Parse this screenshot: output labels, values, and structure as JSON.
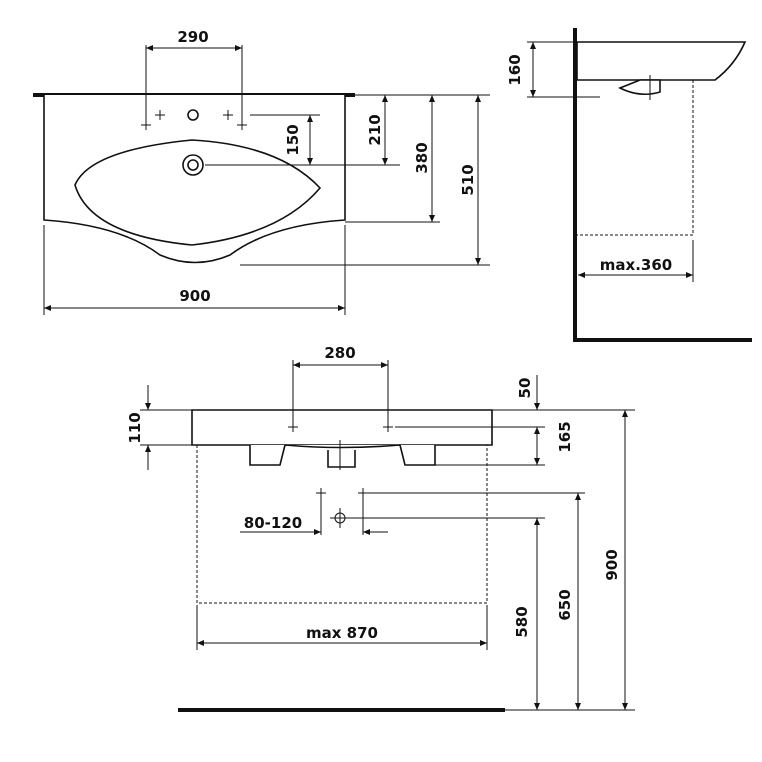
{
  "top_view": {
    "tap_spacing": "290",
    "drain_offset": "150",
    "depth_drain": "210",
    "depth_bowl": "380",
    "depth_total": "510",
    "width": "900"
  },
  "side_view": {
    "height": "160",
    "max_depth": "max.360"
  },
  "front_view": {
    "tap_spacing": "280",
    "top_offset": "50",
    "basin_height": "110",
    "overflow_height": "165",
    "trap_range": "80-120",
    "max_width": "max 870",
    "height_580": "580",
    "height_650": "650",
    "height_900": "900"
  }
}
